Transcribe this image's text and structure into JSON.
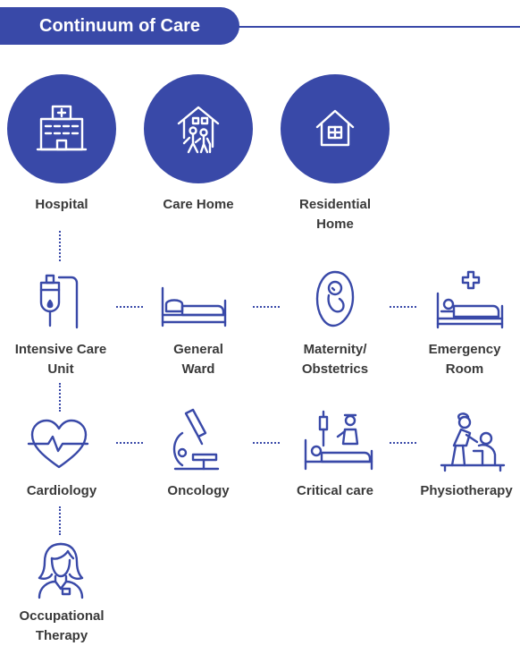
{
  "header": {
    "title": "Continuum of Care"
  },
  "top_row": [
    {
      "label": "Hospital",
      "icon": "hospital-building-icon"
    },
    {
      "label": "Care Home",
      "icon": "care-home-icon"
    },
    {
      "label": "Residential\nHome",
      "icon": "house-icon"
    }
  ],
  "row1": [
    {
      "label": "Intensive Care\nUnit",
      "icon": "iv-drip-icon"
    },
    {
      "label": "General\nWard",
      "icon": "hospital-bed-icon"
    },
    {
      "label": "Maternity/\nObstetrics",
      "icon": "fetus-icon"
    },
    {
      "label": "Emergency\nRoom",
      "icon": "emergency-bed-icon"
    }
  ],
  "row2": [
    {
      "label": "Cardiology",
      "icon": "heart-pulse-icon"
    },
    {
      "label": "Oncology",
      "icon": "microscope-icon"
    },
    {
      "label": "Critical care",
      "icon": "patient-nurse-icon"
    },
    {
      "label": "Physiotherapy",
      "icon": "physiotherapist-icon"
    }
  ],
  "row3": [
    {
      "label": "Occupational\nTherapy",
      "icon": "therapist-icon"
    }
  ],
  "colors": {
    "primary": "#3949a8",
    "text": "#3a3a3a"
  }
}
